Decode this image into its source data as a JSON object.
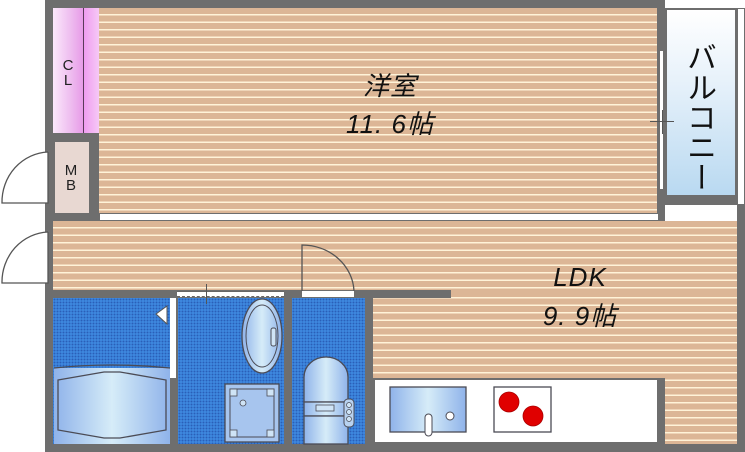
{
  "floor_plan": {
    "rooms": {
      "western_room": {
        "name": "洋室",
        "size": "11. 6帖"
      },
      "ldk": {
        "name": "LDK",
        "size": "9. 9帖"
      },
      "balcony": {
        "name": "バルコニー"
      },
      "closet": {
        "name": "CL"
      },
      "meter_box": {
        "name": "MB"
      }
    },
    "fixtures": [
      "unit-bath",
      "washbasin",
      "washing-machine-pan",
      "toilet",
      "kitchen-sink",
      "two-burner-stove"
    ],
    "colors": {
      "wall": "#6e6e6e",
      "floor": "#dcb696",
      "floor_stripe": "#fff3d8",
      "wet_area": "#3d86dd",
      "closet": "#ee9fef",
      "meter_box": "#e8d8d2",
      "balcony": "#b9d9f1",
      "burner": "#e00000"
    }
  }
}
